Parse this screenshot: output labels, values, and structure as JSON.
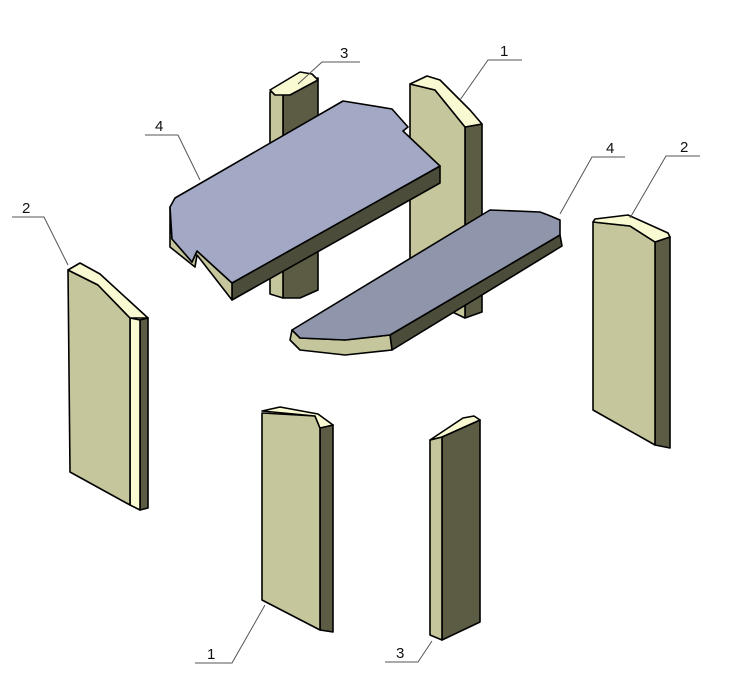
{
  "diagram": {
    "callouts": [
      {
        "id": "back-left-post",
        "label": "3"
      },
      {
        "id": "back-right-slab",
        "label": "1"
      },
      {
        "id": "upper-plate",
        "label": "4"
      },
      {
        "id": "lower-plate",
        "label": "4"
      },
      {
        "id": "right-slab",
        "label": "2"
      },
      {
        "id": "left-slab",
        "label": "2"
      },
      {
        "id": "front-slab",
        "label": "1"
      },
      {
        "id": "front-post",
        "label": "3"
      }
    ],
    "colors": {
      "face": "#c6c69c",
      "highlight": "#fafad2",
      "dark_side": "#5c5c44",
      "plate_top": "#a3a9c5",
      "plate_top_lower": "#8f95ab",
      "plate_side": "#4c4c3a"
    }
  }
}
